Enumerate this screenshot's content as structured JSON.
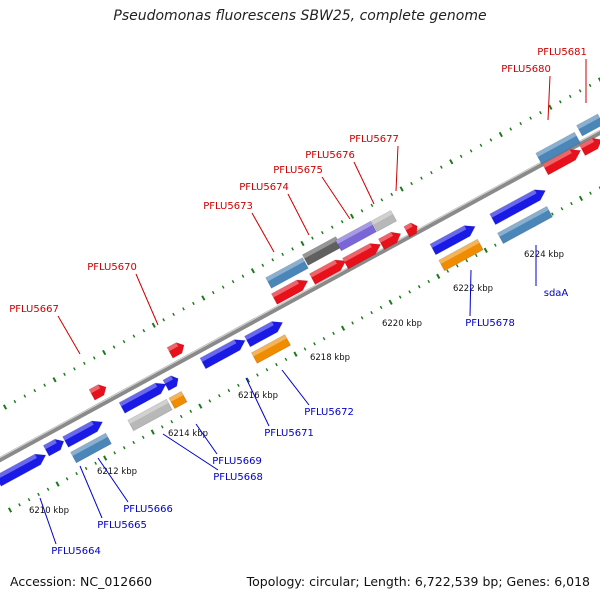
{
  "title": "Pseudomonas fluorescens SBW25, complete genome",
  "footer": {
    "accession": "Accession: NC_012660",
    "summary": "Topology: circular; Length: 6,722,539 bp; Genes: 6,018"
  },
  "colors": {
    "red": "#e8101a",
    "blue": "#1a1ae6",
    "steel": "#4b86b8",
    "orange": "#f08c00",
    "gray": "#b8b8b8",
    "dark": "#606060",
    "purple": "#7a66d6",
    "label_top": "#cc0000",
    "label_bottom": "#0000cc"
  },
  "ticks": [
    {
      "label": "6210 kbp"
    },
    {
      "label": "6212 kbp"
    },
    {
      "label": "6214 kbp"
    },
    {
      "label": "6216 kbp"
    },
    {
      "label": "6218 kbp"
    },
    {
      "label": "6220 kbp"
    },
    {
      "label": "6222 kbp"
    },
    {
      "label": "6224 kbp"
    }
  ],
  "labels_top": [
    {
      "name": "PFLU5667"
    },
    {
      "name": "PFLU5670"
    },
    {
      "name": "PFLU5673"
    },
    {
      "name": "PFLU5674"
    },
    {
      "name": "PFLU5675"
    },
    {
      "name": "PFLU5676"
    },
    {
      "name": "PFLU5677"
    },
    {
      "name": "PFLU5680"
    },
    {
      "name": "PFLU5681"
    }
  ],
  "labels_bottom": [
    {
      "name": "PFLU5664"
    },
    {
      "name": "PFLU5665"
    },
    {
      "name": "PFLU5666"
    },
    {
      "name": "PFLU5668"
    },
    {
      "name": "PFLU5669"
    },
    {
      "name": "PFLU5671"
    },
    {
      "name": "PFLU5672"
    },
    {
      "name": "PFLU5678"
    },
    {
      "name": "sdaA"
    }
  ]
}
